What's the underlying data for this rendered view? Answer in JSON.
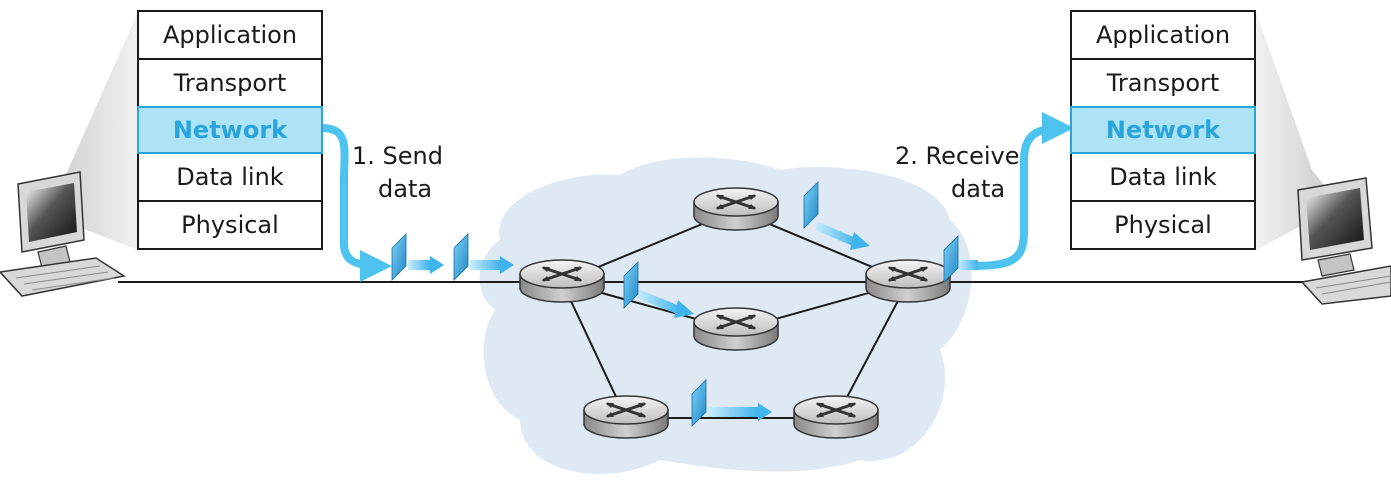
{
  "left_stack": {
    "layers": [
      "Application",
      "Transport",
      "Network",
      "Data link",
      "Physical"
    ],
    "highlighted_index": 2
  },
  "right_stack": {
    "layers": [
      "Application",
      "Transport",
      "Network",
      "Data link",
      "Physical"
    ],
    "highlighted_index": 2
  },
  "annotations": {
    "send_line1": "1. Send",
    "send_line2": "data",
    "receive_line1": "2. Receive",
    "receive_line2": "data"
  },
  "colors": {
    "highlight_fill": "#aee3f5",
    "highlight_text": "#2aa4dc",
    "arrow": "#4ec3f0",
    "cloud": "#dfe9f4",
    "line": "#1a1a1a"
  }
}
